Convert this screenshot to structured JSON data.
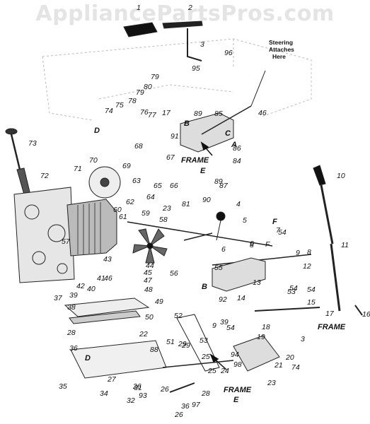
{
  "watermark": "AppliancePartsPros.com",
  "note_lines": [
    "Steering",
    "Attaches",
    "Here"
  ],
  "frame_labels": [
    "FRAME",
    "FRAME",
    "FRAME",
    "E",
    "E"
  ],
  "letter_labels": [
    "D",
    "C",
    "A",
    "B",
    "F",
    "B",
    "D"
  ],
  "part_numbers": [
    "1",
    "2",
    "3",
    "96",
    "95",
    "79",
    "80",
    "78",
    "79",
    "75",
    "74",
    "76",
    "77",
    "17",
    "89",
    "85",
    "46",
    "91",
    "86",
    "84",
    "73",
    "68",
    "67",
    "70",
    "71",
    "69",
    "72",
    "63",
    "62",
    "65",
    "66",
    "64",
    "23",
    "81",
    "89",
    "87",
    "90",
    "4",
    "61",
    "60",
    "59",
    "58",
    "57",
    "5",
    "6",
    "7",
    "F",
    "54",
    "6",
    "8",
    "9",
    "12",
    "54",
    "55",
    "92",
    "14",
    "13",
    "54",
    "53",
    "15",
    "43",
    "44",
    "45",
    "56",
    "41",
    "46",
    "42",
    "47",
    "39",
    "40",
    "48",
    "49",
    "38",
    "50",
    "37",
    "52",
    "17",
    "16",
    "11",
    "10",
    "28",
    "25",
    "36",
    "22",
    "35",
    "51",
    "29",
    "53",
    "24",
    "25",
    "29",
    "39",
    "9",
    "54",
    "19",
    "18",
    "20",
    "74",
    "21",
    "23",
    "26",
    "94",
    "98",
    "88",
    "34",
    "27",
    "93",
    "31",
    "32",
    "36",
    "26",
    "28",
    "97",
    "26",
    "3",
    "8"
  ],
  "colors": {
    "ink": "#111111",
    "watermark": "#e4e4e4",
    "paper": "#ffffff"
  }
}
